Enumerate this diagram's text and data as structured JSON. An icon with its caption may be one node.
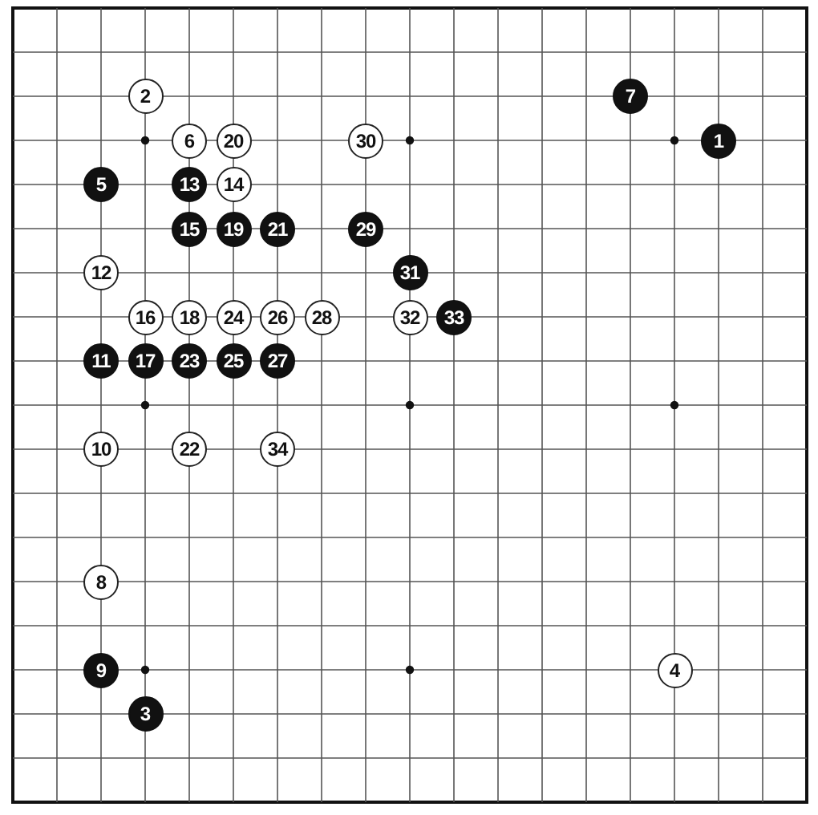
{
  "diagram": {
    "nodes": [
      {
        "text": [
          "1"
        ]
      },
      {
        "text": [
          "2"
        ]
      },
      {
        "text": [
          "3"
        ]
      },
      {
        "text": [
          "4"
        ]
      },
      {
        "text": [
          "5"
        ]
      },
      {
        "text": [
          "6"
        ]
      },
      {
        "text": [
          "7"
        ]
      },
      {
        "text": [
          "8"
        ]
      },
      {
        "text": [
          "9"
        ]
      },
      {
        "text": [
          "10"
        ]
      },
      {
        "text": [
          "11"
        ]
      },
      {
        "text": [
          "12"
        ]
      },
      {
        "text": [
          "13"
        ]
      },
      {
        "text": [
          "14"
        ]
      },
      {
        "text": [
          "15"
        ]
      },
      {
        "text": [
          "16"
        ]
      },
      {
        "text": [
          "17"
        ]
      },
      {
        "text": [
          "18"
        ]
      },
      {
        "text": [
          "19"
        ]
      },
      {
        "text": [
          "20"
        ]
      },
      {
        "text": [
          "21"
        ]
      },
      {
        "text": [
          "22"
        ]
      },
      {
        "text": [
          "23"
        ]
      },
      {
        "text": [
          "24"
        ]
      },
      {
        "text": [
          "25"
        ]
      },
      {
        "text": [
          "26"
        ]
      },
      {
        "text": [
          "27"
        ]
      },
      {
        "text": [
          "28"
        ]
      },
      {
        "text": [
          "29"
        ]
      },
      {
        "text": [
          "30"
        ]
      },
      {
        "text": [
          "31"
        ]
      },
      {
        "text": [
          "32"
        ]
      },
      {
        "text": [
          "33"
        ]
      },
      {
        "text": [
          "34"
        ]
      }
    ]
  }
}
